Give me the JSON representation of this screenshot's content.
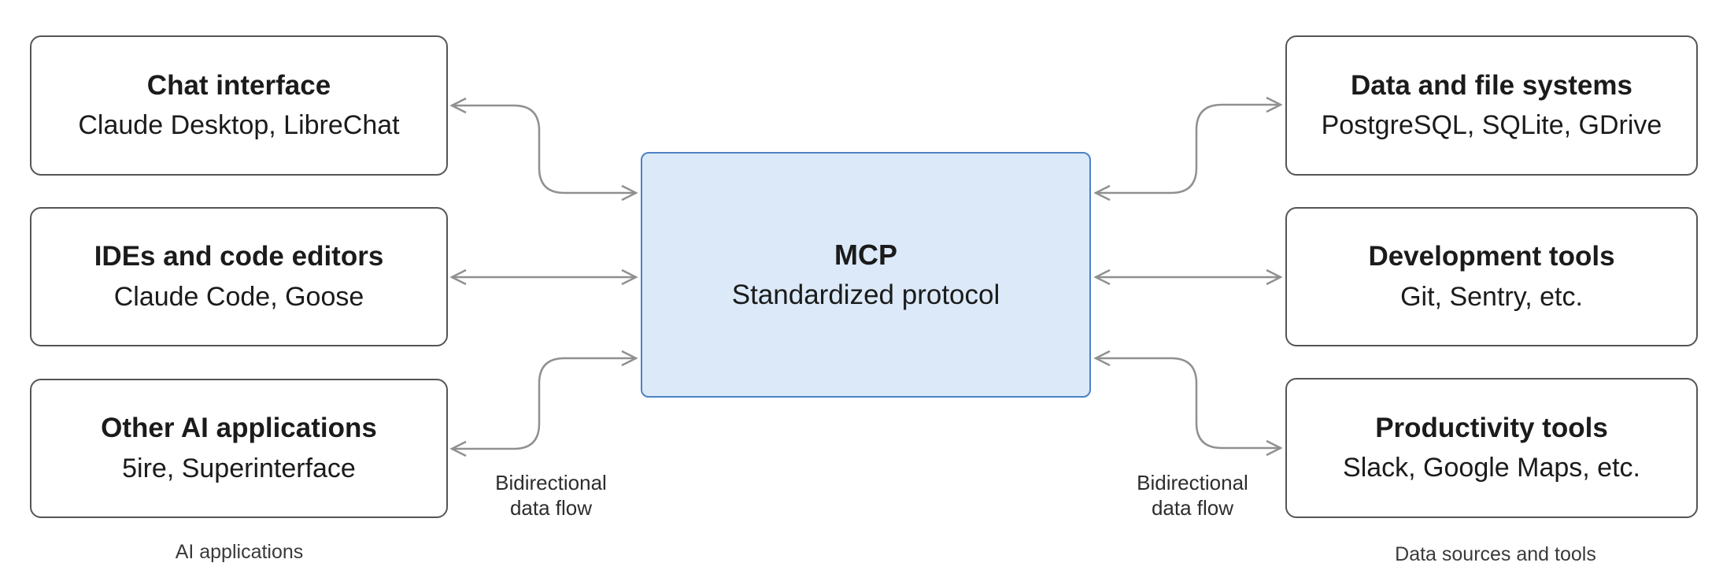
{
  "diagram": {
    "center_box": {
      "title": "MCP",
      "subtitle": "Standardized protocol"
    },
    "left_boxes": [
      {
        "title": "Chat interface",
        "subtitle": "Claude Desktop, LibreChat"
      },
      {
        "title": "IDEs and code editors",
        "subtitle": "Claude Code, Goose"
      },
      {
        "title": "Other AI applications",
        "subtitle": "5ire, Superinterface"
      }
    ],
    "right_boxes": [
      {
        "title": "Data and file systems",
        "subtitle": "PostgreSQL, SQLite, GDrive"
      },
      {
        "title": "Development tools",
        "subtitle": "Git, Sentry, etc."
      },
      {
        "title": "Productivity tools",
        "subtitle": "Slack, Google Maps, etc."
      }
    ],
    "flow_labels": {
      "left": {
        "line1": "Bidirectional",
        "line2": "data flow"
      },
      "right": {
        "line1": "Bidirectional",
        "line2": "data flow"
      }
    },
    "group_captions": {
      "left": "AI applications",
      "right": "Data sources and tools"
    },
    "connector_meaning": "bidirectional-arrow"
  },
  "colors": {
    "background": "#ffffff",
    "outer_box_border": "#555555",
    "center_box_border": "#4d82c4",
    "center_box_fill": "#dbe9f8",
    "connector": "#909090",
    "text": "#1b1b1b",
    "caption_text": "#3a3a3a"
  }
}
